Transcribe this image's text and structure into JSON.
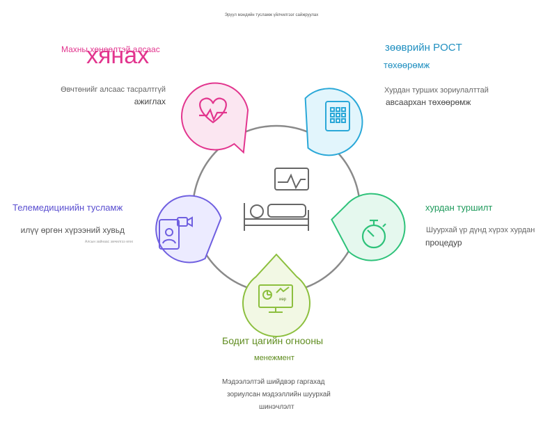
{
  "header": {
    "subtitle": "Эрүүл мэндийн тусламж үйлчилгээг сайжруулах"
  },
  "center": {
    "icons": [
      "hospital-bed-icon",
      "heart-monitor-icon"
    ]
  },
  "nodes": [
    {
      "id": "monitoring",
      "color": "#e2358e",
      "icon": "heart-pulse-icon",
      "title_overlay": "Махны хөнөөлтэй алсаас",
      "title": "хянах",
      "desc": [
        "Өвчтөнийг алсаас тасралтгүй",
        "ажиглах"
      ]
    },
    {
      "id": "poct",
      "color": "#2aa8d8",
      "icon": "test-panel-icon",
      "title": [
        "зөөврийн POCT",
        "төхөөрөмж"
      ],
      "desc": [
        "Хурдан турших зориулалттай",
        "авсаархан төхөөрөмж"
      ]
    },
    {
      "id": "rapid",
      "color": "#2ec27a",
      "icon": "stopwatch-icon",
      "title": [
        "хурдан туршилт"
      ],
      "desc": [
        "Шуурхай үр дүнд хүрэх хурдан",
        "процедур"
      ]
    },
    {
      "id": "realtime",
      "color": "#8cbf3e",
      "icon": "dashboard-monitor-icon",
      "icon_label": "иөр",
      "title": [
        "Бодит цагийн огнооны",
        "менежмент"
      ],
      "desc": [
        "Мэдээлэлтэй шийдвэр гаргахад",
        "зориулсан мэдээллийн шуурхай",
        "шинэчлэлт"
      ]
    },
    {
      "id": "telemed",
      "color": "#6f5fe0",
      "icon": "video-call-phone-icon",
      "title": [
        "Телемедицинийн тусламж"
      ],
      "desc": [
        "илүү өргөн хүрээний хувьд"
      ],
      "note": "Алсын зайнаас эмчилгээ өгөх"
    }
  ]
}
